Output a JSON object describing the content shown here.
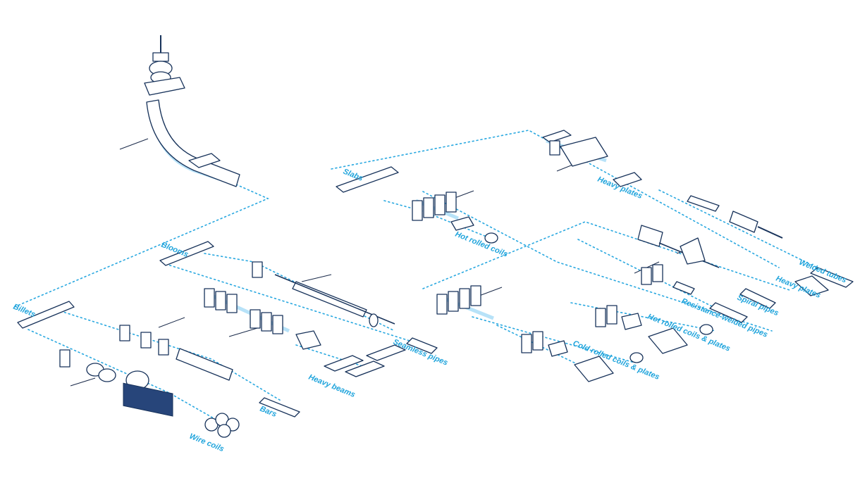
{
  "labels": {
    "slabs": "Slabs",
    "blooms": "Blooms",
    "billets": "Billets",
    "heavy_plates": "Heavy plates",
    "hot_rolled_coils": "Hot rolled coils",
    "heavy_plates_2": "Heavy plates",
    "welded_tubes": "Welded tubes",
    "spiral_pipes": "Spiral pipes",
    "resistance_welded_pipes": "Resistance-welded pipes",
    "hot_rolled_coils_plates": "Hot rolled coils & plates",
    "cold_rolled_coils_plates": "Cold rolled coils & plates",
    "seamless_pipes": "Seamless pipes",
    "heavy_beams": "Heavy beams",
    "bars": "Bars",
    "wire_coils": "Wire coils"
  },
  "colors": {
    "flow_line": "#29a8e0",
    "label": "#1fa4dc",
    "machine_outline": "#17325a",
    "glow": "#9fd8f5"
  }
}
